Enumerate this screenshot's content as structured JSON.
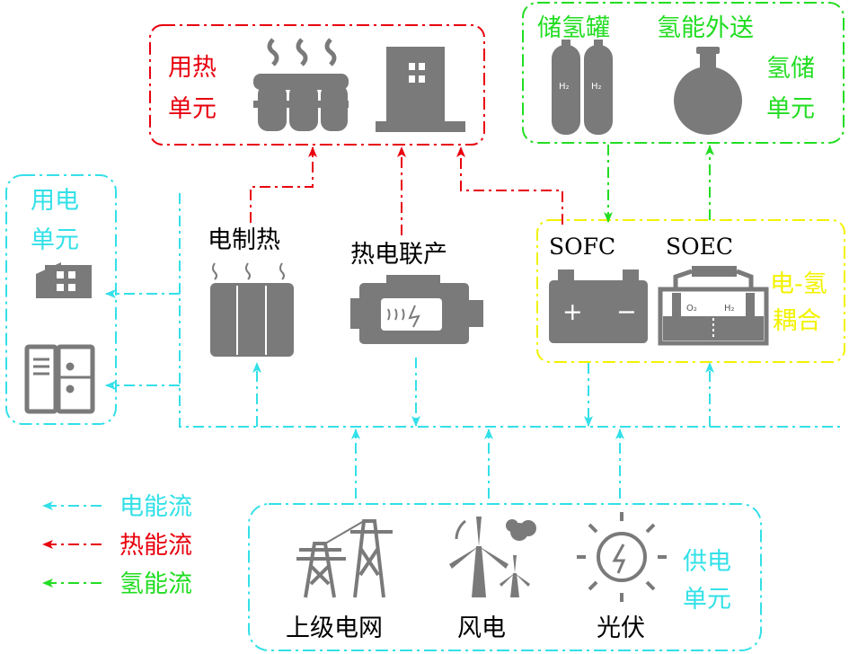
{
  "colors": {
    "electric": "#33e0e8",
    "heat": "#e8000e",
    "hydrogen": "#22dd22",
    "coupling": "#f2f200",
    "icon": "#7a7a7a",
    "text": "#000000"
  },
  "units": {
    "heat_unit": [
      "用热",
      "单元"
    ],
    "electric_unit": [
      "用电",
      "单元"
    ],
    "hydrogen_unit": [
      "氢储",
      "单元"
    ],
    "coupling_unit": [
      "电-氢",
      "耦合"
    ],
    "supply_unit": [
      "供电",
      "单元"
    ]
  },
  "devices": {
    "h2_tank": "储氢罐",
    "h2_export": "氢能外送",
    "h2_symbol": "H₂",
    "o2_symbol": "O₂",
    "electric_heater": "电制热",
    "chp": "热电联产",
    "sofc": "SOFC",
    "soec": "SOEC",
    "battery_plus": "+",
    "battery_minus": "−"
  },
  "sources": {
    "grid": "上级电网",
    "wind": "风电",
    "pv": "光伏"
  },
  "legend": [
    {
      "label": "电能流",
      "color": "#33e0e8"
    },
    {
      "label": "热能流",
      "color": "#e8000e"
    },
    {
      "label": "氢能流",
      "color": "#22dd22"
    }
  ]
}
